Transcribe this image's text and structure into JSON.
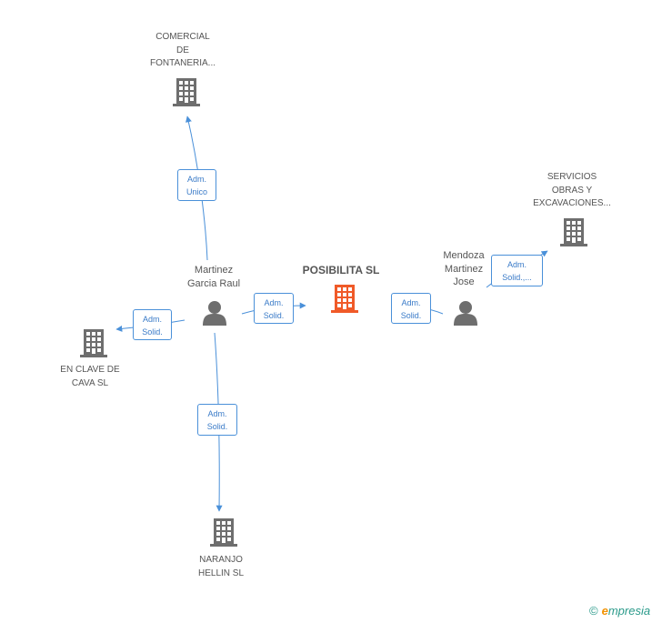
{
  "colors": {
    "edge": "#4a90d9",
    "node_gray": "#6e6e6e",
    "focus": "#f05a28",
    "text": "#555555"
  },
  "nodes": {
    "focus": {
      "label": "POSIBILITA SL",
      "icon": "building-icon"
    },
    "comercial": {
      "label": "COMERCIAL\nDE\nFONTANERIA...",
      "icon": "building-icon"
    },
    "servicios": {
      "label": "SERVICIOS\nOBRAS Y\nEXCAVACIONES...",
      "icon": "building-icon"
    },
    "enclave": {
      "label": "EN CLAVE DE\nCAVA SL",
      "icon": "building-icon"
    },
    "naranjo": {
      "label": "NARANJO\nHELLIN SL",
      "icon": "building-icon"
    },
    "martinez": {
      "label": "Martinez\nGarcia Raul",
      "icon": "person-icon"
    },
    "mendoza": {
      "label": "Mendoza\nMartinez\nJose",
      "icon": "person-icon"
    }
  },
  "edges": {
    "martinez_comercial": "Adm.\nUnico",
    "martinez_enclave": "Adm.\nSolid.",
    "martinez_focus": "Adm.\nSolid.",
    "martinez_naranjo": "Adm.\nSolid.",
    "mendoza_focus": "Adm.\nSolid.",
    "mendoza_servicios": "Adm.\nSolid.,..."
  },
  "brand": {
    "copyright": "©",
    "name_initial": "e",
    "name_rest": "mpresia"
  }
}
